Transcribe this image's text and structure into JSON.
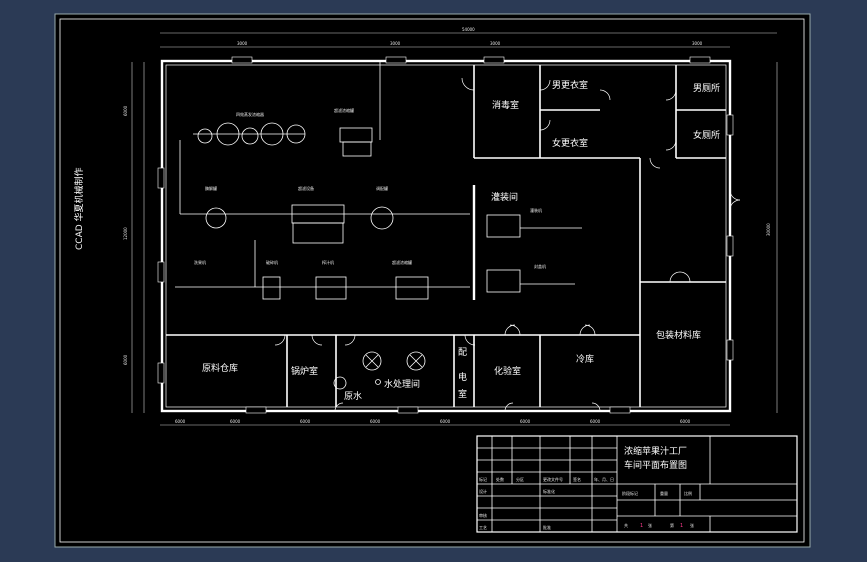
{
  "side_title": "CCAD 华夏机械制作",
  "overall_dim": "54000",
  "rooms": {
    "disinfection": "消毒室",
    "male_locker": "男更衣室",
    "female_locker": "女更衣室",
    "male_toilet": "男厕所",
    "female_toilet": "女厕所",
    "filling_room": "灌装间",
    "packaging_store": "包装材料库",
    "raw_material": "原料仓库",
    "evaporation": "锅炉室",
    "water_treatment": "水处理间",
    "distribution_1": "配",
    "distribution_2": "电",
    "distribution_3": "室",
    "lab": "化验室",
    "cold_store": "冷库",
    "raw_water": "原水"
  },
  "equipment": {
    "e1": "四效蒸发浓缩器",
    "e2": "超滤浓缩罐",
    "e3": "酶解罐",
    "e4": "超滤设备",
    "e5": "调配罐",
    "e6": "洗果机",
    "e7": "破碎机",
    "e8": "榨汁机",
    "e9": "超滤浓缩罐",
    "e10": "灌装机",
    "e11": "封盖机"
  },
  "title_block": {
    "line1": "浓缩苹果汁工厂",
    "line2": "车间平面布置图",
    "r_biaoji": "标记",
    "r_chushu": "处数",
    "r_fenqu": "分区",
    "r_gengai": "更改文件号",
    "r_qianming": "签名",
    "r_riqi": "年、月、日",
    "r_sheji": "设计",
    "r_biaozhunhua": "标准化",
    "r_shenhe": "审核",
    "r_gongyi": "工艺",
    "r_pizhun": "批准",
    "r_jieduan": "阶段标记",
    "r_zhongliang": "重量",
    "r_bili": "比例",
    "r_gong": "共",
    "r_gong_n": "1",
    "r_zhang": "张",
    "r_di": "第",
    "r_di_n": "1",
    "r_zhang2": "张"
  },
  "dims": {
    "top_1": "3000",
    "top_2": "3000",
    "top_3": "3000",
    "top_4": "3000",
    "bot_1": "6000",
    "bot_2": "6000",
    "bot_3": "6000",
    "bot_4": "6000",
    "bot_5": "6000",
    "bot_6": "6000",
    "bot_7": "6000",
    "bot_8": "6000",
    "left_1": "6000",
    "left_2": "12000",
    "left_3": "6000",
    "right_total": "30000"
  },
  "colors": {
    "background": "#2b3a55",
    "sheet": "#000000",
    "lines": "#ffffff",
    "highlight": "#ff3b8e"
  }
}
